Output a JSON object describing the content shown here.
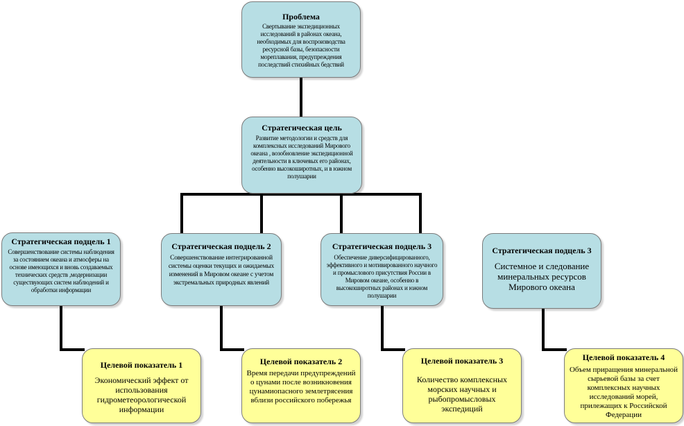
{
  "problem": {
    "title": "Проблема",
    "text": "Свертывание экспедиционных исследований в районах океана, необходимых для воспроизводства ресурсной базы, безопасности мореплавания, предупреждения последствий стихийных бедствий"
  },
  "goal": {
    "title": "Стратегическая цель",
    "text": "Развитие методологии и средств для комплексных исследований Мирового океана , возобновление экспедиционной деятельности в ключевых его районах, особенно высокоширотных, и в южном полушарии"
  },
  "subgoals": [
    {
      "title": "Стратегическая подцель 1",
      "text": "Совершенствование системы наблюдения за состоянием океана и атмосферы на основе имеющихся и вновь создаваемых технических средств ,модернизации существующих систем наблюдений и обработки информации"
    },
    {
      "title": "Стратегическая подцель 2",
      "text": "Совершенствование интегрированной системы оценки текущих и ожидаемых изменений в Мировом океане с учетом экстремальных природных явлений"
    },
    {
      "title": "Стратегическая подцель 3",
      "text": "Обеспечение диверсифицированного, эффективного и мотивированного научного и промыслового присутствия России в Мировом океане, особенно в высокоширотных районах и южном полушарии"
    },
    {
      "title": "Стратегическая подцель 3",
      "text": "Системное и следование минеральных ресурсов Мирового океана"
    }
  ],
  "indicators": [
    {
      "title": "Целевой показатель 1",
      "text": "Экономический эффект от использования гидрометеорологической информации"
    },
    {
      "title": "Целевой показатель 2",
      "text": "Время передачи предупреждений о цунами после возникновения цунамиопасного землетрясения вблизи российского побережья"
    },
    {
      "title": "Целевой показатель 3",
      "text": "Количество комплексных морских научных и рыбопромысловых экспедиций"
    },
    {
      "title": "Целевой показатель 4",
      "text": "Объем приращения минеральной сырьевой базы за счет комплексных научных исследований морей, прилежащих к Российской Федерации"
    }
  ]
}
